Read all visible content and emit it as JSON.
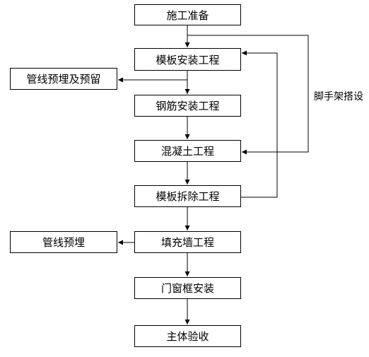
{
  "diagram": {
    "nodes": [
      {
        "id": "n1",
        "label": "施工准备"
      },
      {
        "id": "n2",
        "label": "模板安装工程"
      },
      {
        "id": "n3",
        "label": "钢筋安装工程"
      },
      {
        "id": "n4",
        "label": "混凝土工程"
      },
      {
        "id": "n5",
        "label": "模板拆除工程"
      },
      {
        "id": "n6",
        "label": "填充墙工程"
      },
      {
        "id": "n7",
        "label": "门窗框安装"
      },
      {
        "id": "n8",
        "label": "主体验收"
      },
      {
        "id": "s1",
        "label": "管线预埋及预留"
      },
      {
        "id": "s2",
        "label": "管线预埋"
      }
    ],
    "loop_label": "脚手架搭设",
    "edges": [
      {
        "from": "n1",
        "to": "n2"
      },
      {
        "from": "n2",
        "to": "n3"
      },
      {
        "from": "n3",
        "to": "n4"
      },
      {
        "from": "n4",
        "to": "n5"
      },
      {
        "from": "n5",
        "to": "n6"
      },
      {
        "from": "n6",
        "to": "n7"
      },
      {
        "from": "n7",
        "to": "n8"
      },
      {
        "from": "n2",
        "to": "s1"
      },
      {
        "from": "n6",
        "to": "s2"
      },
      {
        "from": "n5",
        "to": "n2"
      },
      {
        "from": "n1",
        "to": "n4",
        "via": "loop_label"
      }
    ],
    "colors": {
      "line": "#000000",
      "box_border": "#000000",
      "text": "#000000"
    }
  }
}
